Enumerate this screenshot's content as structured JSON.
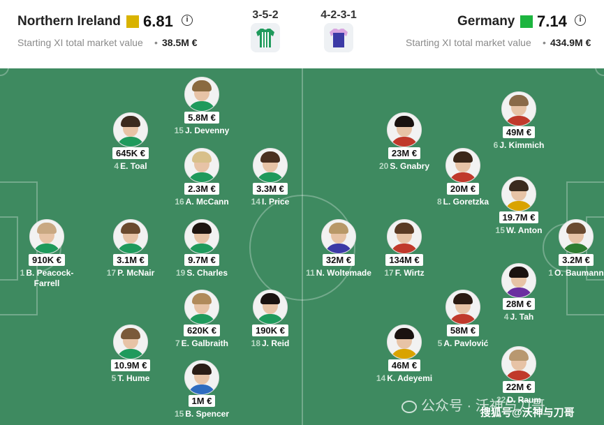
{
  "home": {
    "name": "Northern Ireland",
    "rating": "6.81",
    "rating_color": "#d9b300",
    "mv_label": "Starting XI total market value",
    "mv_sep": "•",
    "mv_value": "38.5M €",
    "formation": "3-5-2",
    "jersey_color": "#1f9a5c",
    "jersey_stripe": "#ffffff"
  },
  "away": {
    "name": "Germany",
    "rating": "7.14",
    "rating_color": "#1db53f",
    "mv_label": "Starting XI total market value",
    "mv_sep": "•",
    "mv_value": "434.9M €",
    "formation": "4-2-3-1",
    "jersey_color": "#3c3aa6",
    "jersey_trim": "#d9a5e0"
  },
  "info_icon": "info-icon",
  "players": [
    {
      "id": "peacock-farrell",
      "num": "1",
      "name": "B. Peacock-Farrell",
      "value": "910K €",
      "hair": "#c9a882",
      "shirt": "#1f9a5c"
    },
    {
      "id": "toal",
      "num": "4",
      "name": "E. Toal",
      "value": "645K €",
      "hair": "#3b2a1e",
      "shirt": "#1f9a5c"
    },
    {
      "id": "mcnair",
      "num": "17",
      "name": "P. McNair",
      "value": "3.1M €",
      "hair": "#6b4a2e",
      "shirt": "#1f9a5c"
    },
    {
      "id": "hume",
      "num": "5",
      "name": "T. Hume",
      "value": "10.9M €",
      "hair": "#7a5a3a",
      "shirt": "#1f9a5c"
    },
    {
      "id": "devenny",
      "num": "15",
      "name": "J. Devenny",
      "value": "5.8M €",
      "hair": "#8a6a40",
      "shirt": "#1f9a5c"
    },
    {
      "id": "mccann",
      "num": "16",
      "name": "A. McCann",
      "value": "2.3M €",
      "hair": "#d8c08a",
      "shirt": "#1f9a5c"
    },
    {
      "id": "charles",
      "num": "19",
      "name": "S. Charles",
      "value": "9.7M €",
      "hair": "#1e1410",
      "shirt": "#1f9a5c"
    },
    {
      "id": "galbraith",
      "num": "7",
      "name": "E. Galbraith",
      "value": "620K €",
      "hair": "#b08a5a",
      "shirt": "#1f9a5c"
    },
    {
      "id": "spencer",
      "num": "15",
      "name": "B. Spencer",
      "value": "1M €",
      "hair": "#2a1d16",
      "shirt": "#2e6cc0"
    },
    {
      "id": "price",
      "num": "14",
      "name": "I. Price",
      "value": "3.3M €",
      "hair": "#4a3020",
      "shirt": "#1f9a5c"
    },
    {
      "id": "reid",
      "num": "18",
      "name": "J. Reid",
      "value": "190K €",
      "hair": "#1a1210",
      "shirt": "#1f9a5c"
    },
    {
      "id": "woltemade",
      "num": "11",
      "name": "N. Woltemade",
      "value": "32M €",
      "hair": "#b89868",
      "shirt": "#3c3aa6"
    },
    {
      "id": "gnabry",
      "num": "20",
      "name": "S. Gnabry",
      "value": "23M €",
      "hair": "#1a1210",
      "shirt": "#c0392b"
    },
    {
      "id": "wirtz",
      "num": "17",
      "name": "F. Wirtz",
      "value": "134M €",
      "hair": "#5a3a24",
      "shirt": "#c0392b"
    },
    {
      "id": "adeyemi",
      "num": "14",
      "name": "K. Adeyemi",
      "value": "46M €",
      "hair": "#1a1210",
      "shirt": "#d9a300"
    },
    {
      "id": "goretzka",
      "num": "8",
      "name": "L. Goretzka",
      "value": "20M €",
      "hair": "#3a2618",
      "shirt": "#c0392b"
    },
    {
      "id": "pavlovic",
      "num": "5",
      "name": "A. Pavlović",
      "value": "58M €",
      "hair": "#2a1a12",
      "shirt": "#c0392b"
    },
    {
      "id": "kimmich",
      "num": "6",
      "name": "J. Kimmich",
      "value": "49M €",
      "hair": "#8a6a48",
      "shirt": "#c0392b"
    },
    {
      "id": "anton",
      "num": "15",
      "name": "W. Anton",
      "value": "19.7M €",
      "hair": "#3a2a1e",
      "shirt": "#d9a300"
    },
    {
      "id": "tah",
      "num": "4",
      "name": "J. Tah",
      "value": "28M €",
      "hair": "#1a1210",
      "shirt": "#6b2fa0"
    },
    {
      "id": "raum",
      "num": "22",
      "name": "D. Raum",
      "value": "22M €",
      "hair": "#b89870",
      "shirt": "#c0392b"
    },
    {
      "id": "baumann",
      "num": "1",
      "name": "O. Baumann",
      "value": "3.2M €",
      "hair": "#6a4a30",
      "shirt": "#2e7d32"
    }
  ],
  "watermark": {
    "wechat": "公众号 · 沃神与刀哥",
    "sohu": "搜狐号@沃神与刀哥"
  }
}
